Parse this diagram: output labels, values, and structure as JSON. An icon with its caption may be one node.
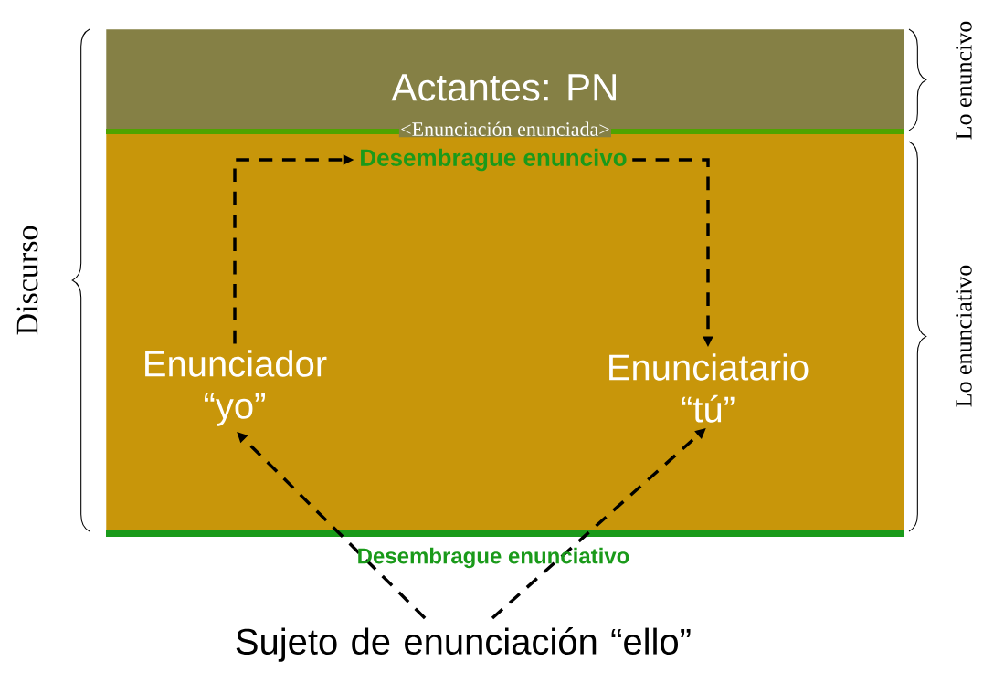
{
  "diagram": {
    "nodes": [
      {
        "text": [
          "Actantes: PN",
          "<Enunciación enunciada>"
        ]
      },
      {
        "text": [],
        "shape": "box"
      },
      {
        "text": [
          "Desembrague enuncivo"
        ],
        "in": 1
      },
      {
        "text": [
          "Enunciador “yo”"
        ],
        "in": 1
      },
      {
        "text": [
          "Enunciatario “tú”"
        ],
        "in": 1
      },
      {
        "text": [
          "Sujeto de enunciación “ello”"
        ]
      }
    ],
    "edges": [
      {
        "from": 3,
        "to": 2,
        "arrow": "to",
        "style": "dashed"
      },
      {
        "from": 2,
        "to": 4,
        "arrow": "to",
        "style": "dashed"
      },
      {
        "from": 5,
        "to": 3,
        "arrow": "to",
        "style": "dashed"
      },
      {
        "from": 5,
        "to": 4,
        "arrow": "to",
        "style": "dashed"
      }
    ],
    "labels": [
      "Desembrague enunciativo",
      "Discurso",
      "Lo enuncivo",
      "Lo enunciativo"
    ]
  }
}
